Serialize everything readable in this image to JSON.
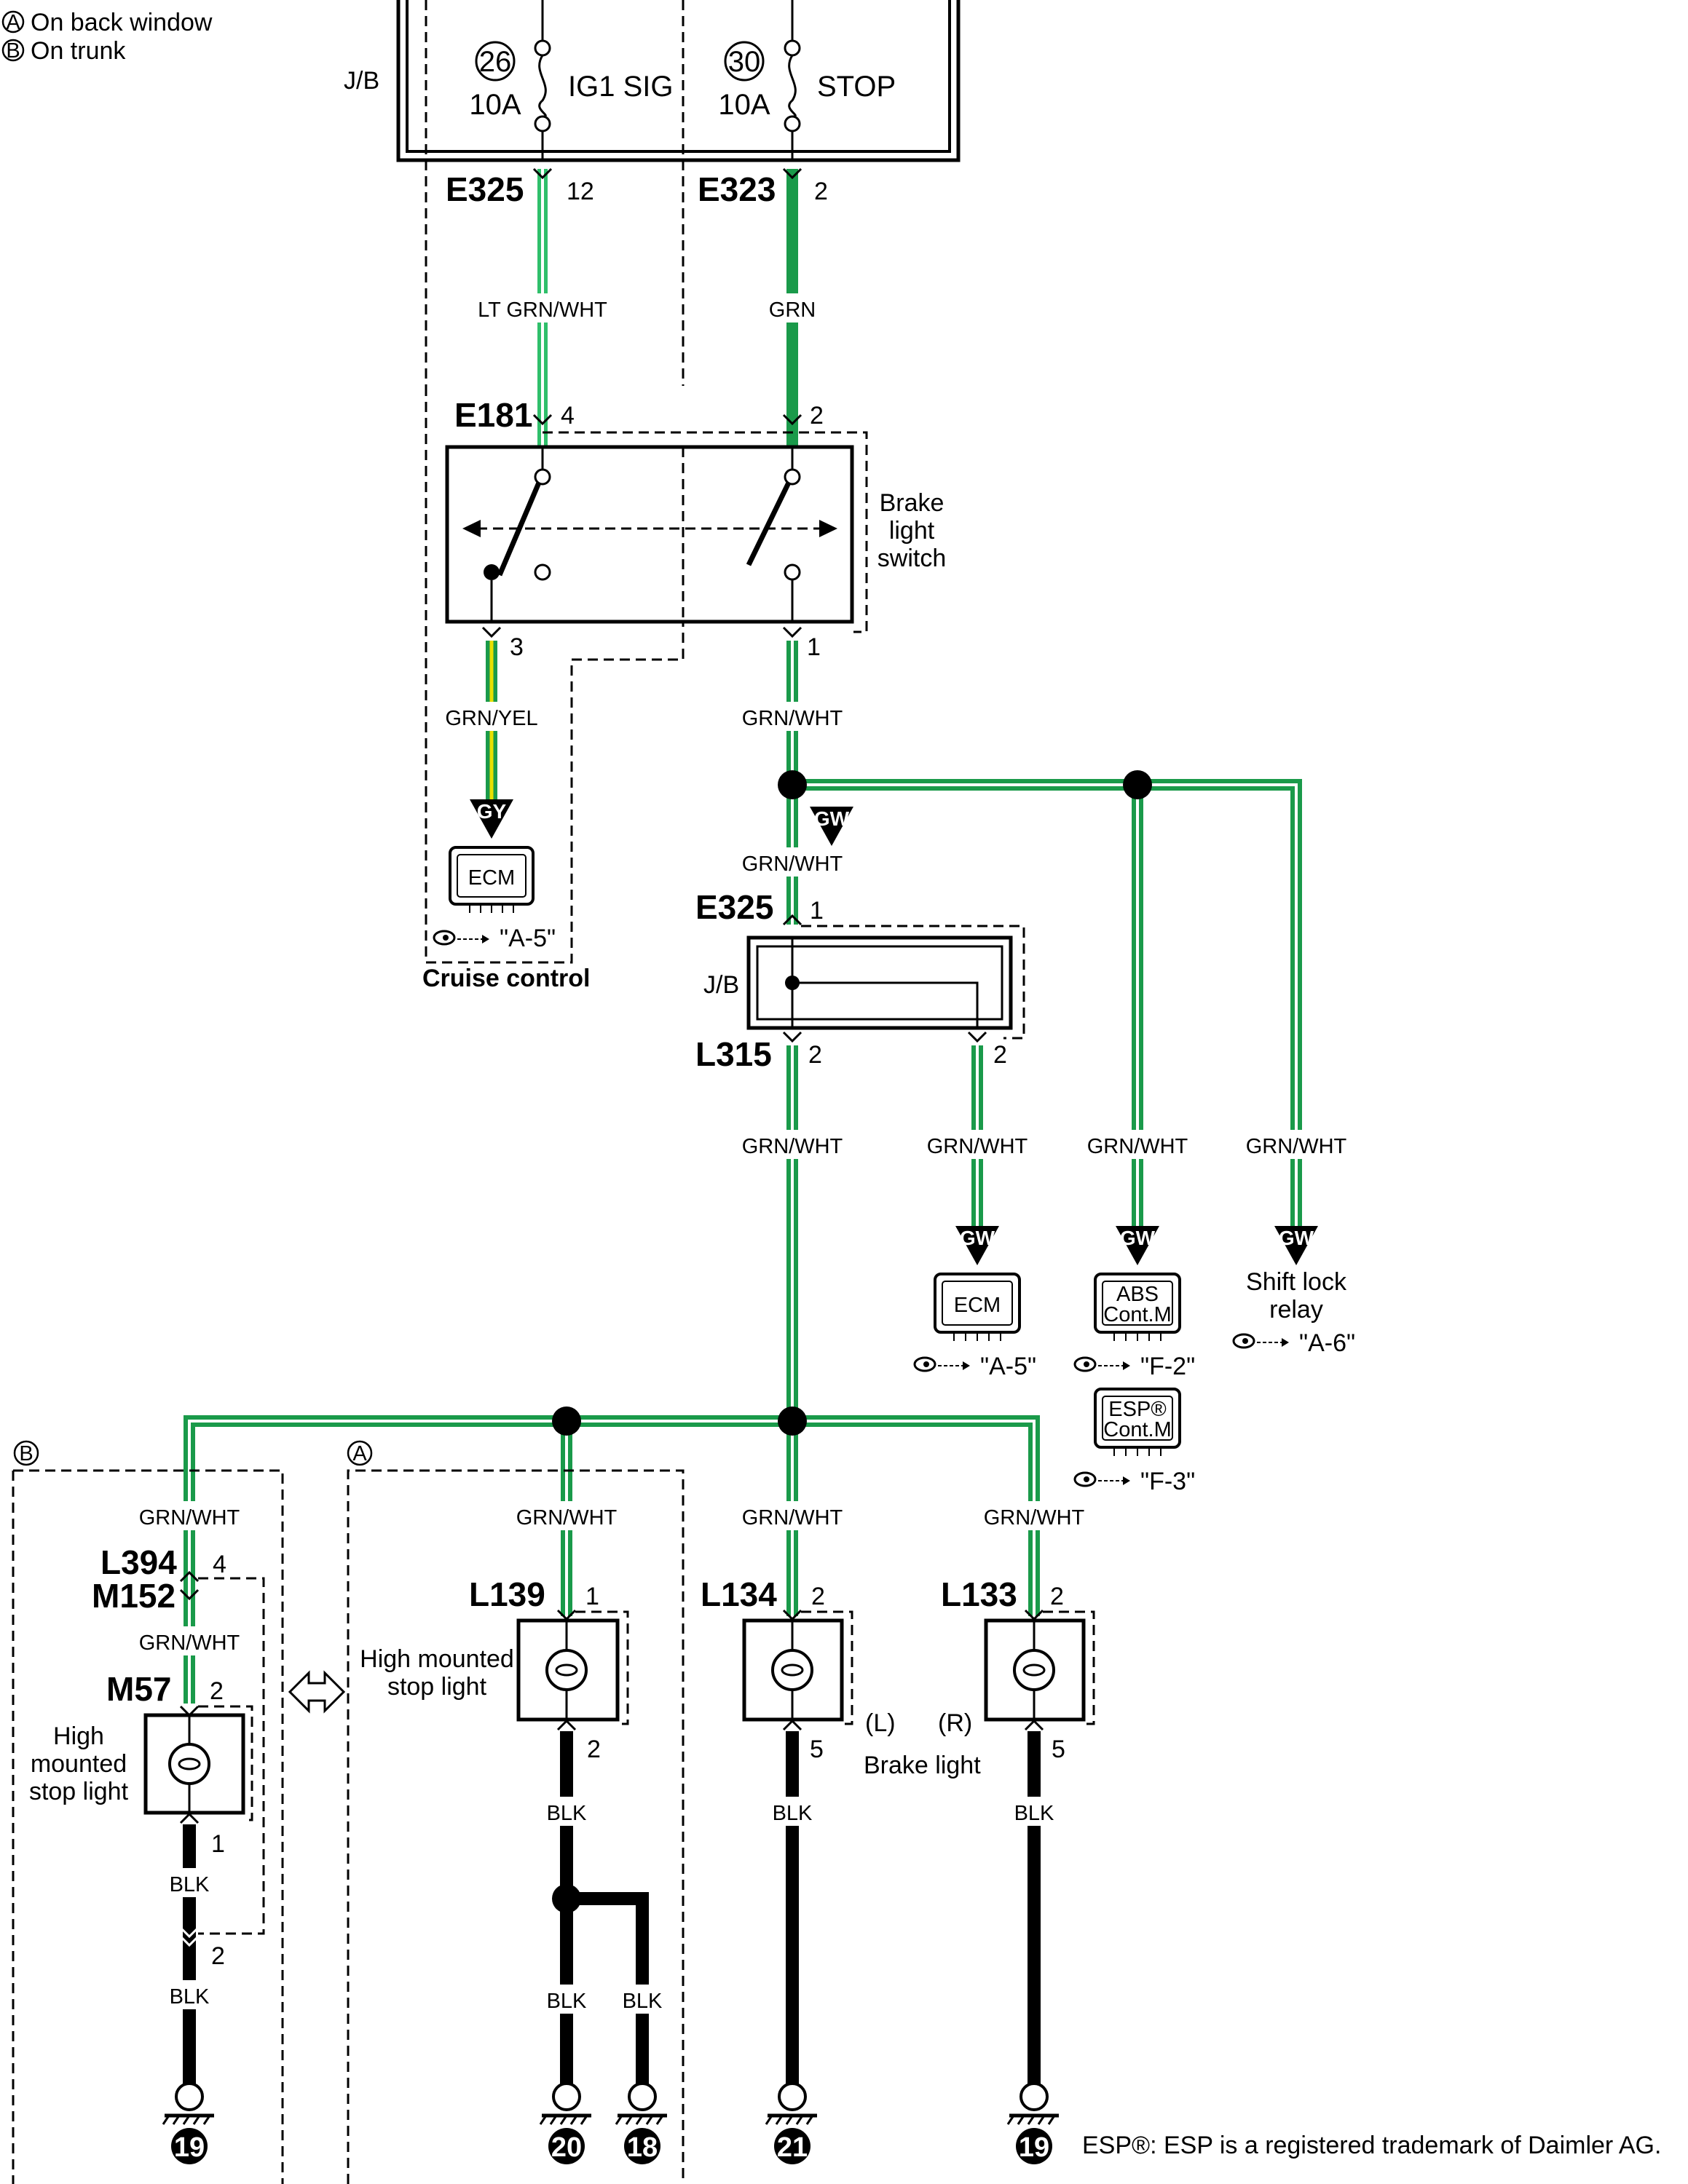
{
  "legend": [
    {
      "letter": "A",
      "text": "On back window"
    },
    {
      "letter": "B",
      "text": "On trunk"
    }
  ],
  "jb_label": "J/B",
  "fuses": [
    {
      "number": "26",
      "rating": "10A",
      "name": "IG1 SIG"
    },
    {
      "number": "30",
      "rating": "10A",
      "name": "STOP"
    }
  ],
  "connectors": {
    "E325_top": {
      "name": "E325",
      "pin": "12"
    },
    "E323": {
      "name": "E323",
      "pin": "2"
    },
    "E181": {
      "name": "E181",
      "pin_a": "4",
      "pin_b": "2"
    },
    "E325_jb": {
      "name": "E325",
      "pin": "1"
    },
    "L315": {
      "name": "L315",
      "pin_a": "2",
      "pin_b": "2"
    },
    "L394": {
      "name": "L394",
      "pin": "4"
    },
    "M152": {
      "name": "M152"
    },
    "M57": {
      "name": "M57",
      "pin": "2"
    },
    "L139": {
      "name": "L139",
      "pin": "1"
    },
    "L134": {
      "name": "L134",
      "pin": "2"
    },
    "L133": {
      "name": "L133",
      "pin": "2"
    }
  },
  "pins": {
    "switch_out_a": "3",
    "switch_out_b": "1",
    "m57_bottom": "1",
    "m57_return": "2",
    "l139_bottom": "2",
    "l134_bottom": "5",
    "l133_bottom": "5"
  },
  "wires": {
    "ltgrnwht": "LT GRN/WHT",
    "grn": "GRN",
    "grnyel": "GRN/YEL",
    "grnwht": "GRN/WHT",
    "blk": "BLK"
  },
  "components": {
    "brake_switch": [
      "Brake",
      "light",
      "switch"
    ],
    "jb_small": "J/B",
    "ecm": "ECM",
    "abs": [
      "ABS",
      "Cont.M"
    ],
    "esp": [
      "ESP®",
      "Cont.M"
    ],
    "shift_lock": [
      "Shift lock",
      "relay"
    ],
    "cruise_control": "Cruise control",
    "hm_stop_light_b": [
      "High",
      "mounted",
      "stop light"
    ],
    "hm_stop_light_a": [
      "High mounted",
      "stop light"
    ],
    "brake_light": "Brake light",
    "side_l": "(L)",
    "side_r": "(R)"
  },
  "badges": {
    "gy": "GY",
    "gw": "GW"
  },
  "refs": {
    "a5": "\"A-5\"",
    "a6": "\"A-6\"",
    "f2": "\"F-2\"",
    "f3": "\"F-3\""
  },
  "grounds": [
    "19",
    "20",
    "18",
    "21",
    "19"
  ],
  "trademark": "ESP®: ESP is a registered trademark of Daimler AG.",
  "colors": {
    "green": "#1a9a4a",
    "light_green": "#2fbf6a",
    "yellow": "#e8e000",
    "black": "#000000"
  }
}
